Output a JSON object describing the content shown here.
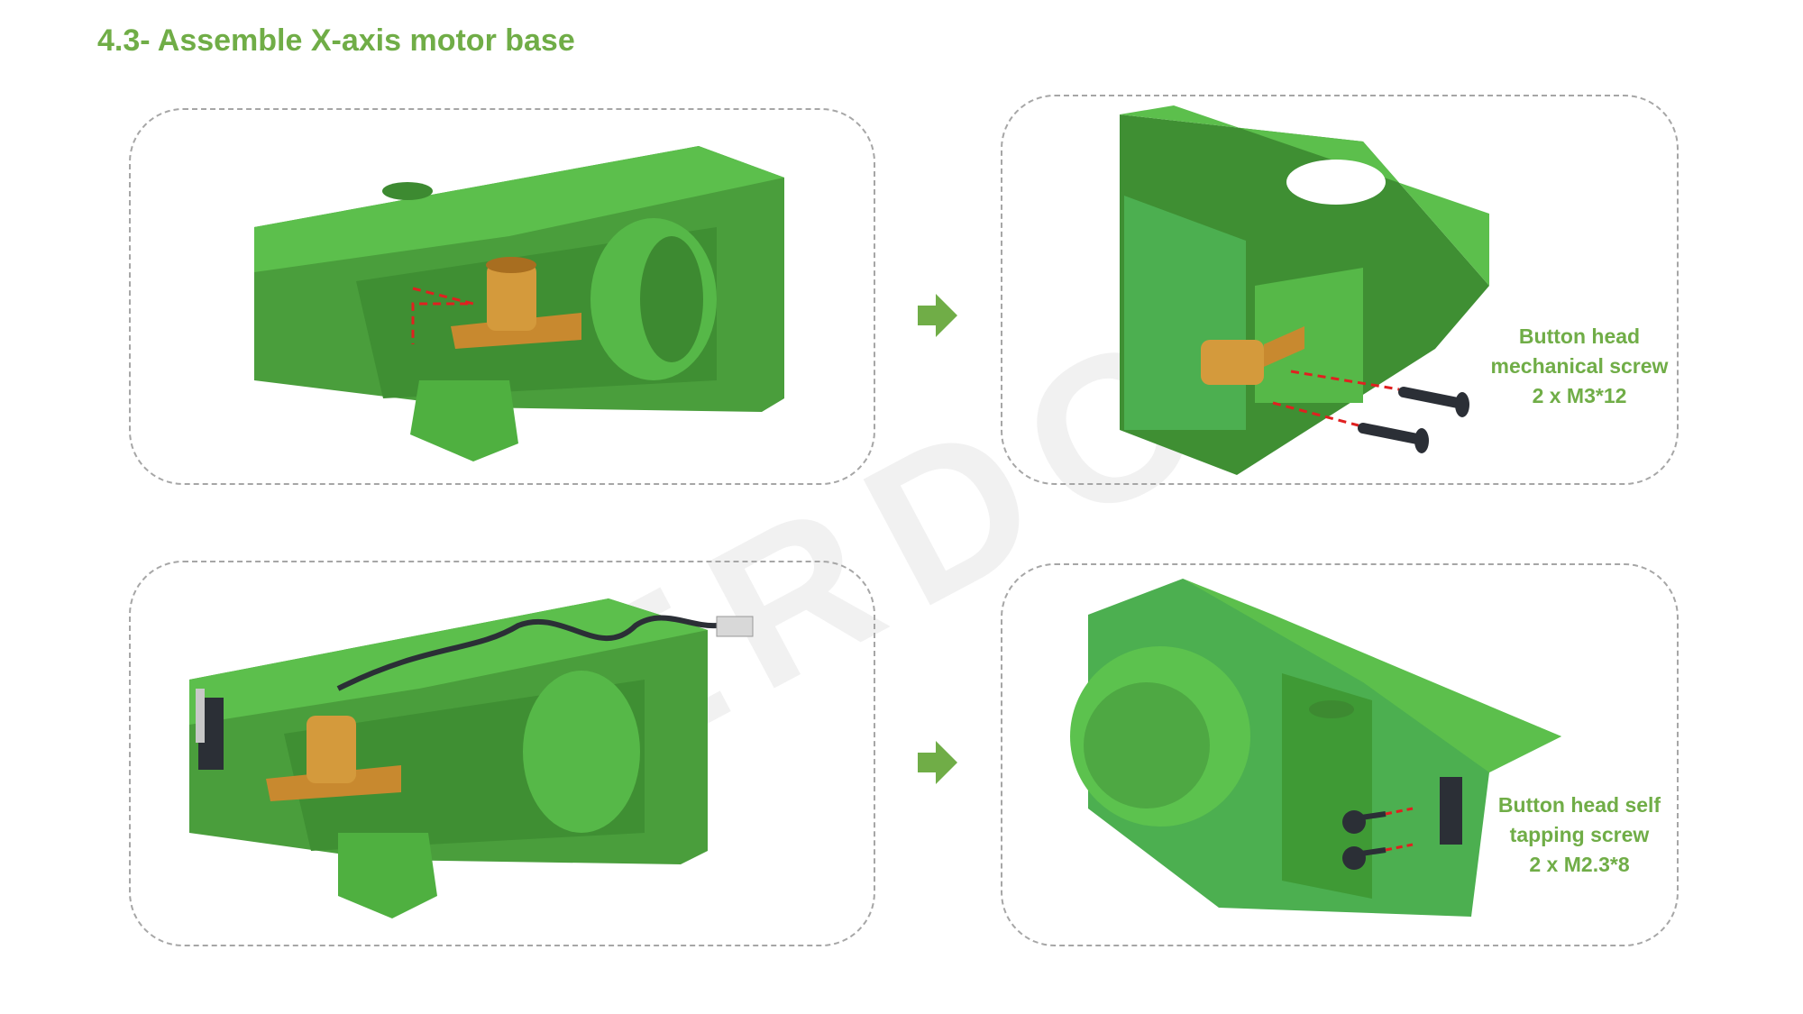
{
  "title": "4.3- Assemble X-axis motor base",
  "watermark": "ERDO",
  "steps": [
    {
      "id": 1
    },
    {
      "id": 2,
      "callout": [
        "Button head",
        "mechanical screw",
        "2 x M3*12"
      ]
    },
    {
      "id": 3
    },
    {
      "id": 4,
      "callout": [
        "Button head self",
        "tapping screw",
        "2 x M2.3*8"
      ]
    }
  ],
  "colors": {
    "accent": "#70ad47",
    "part": "#4caf50",
    "brass": "#c8892f",
    "screw": "#2b2f36",
    "guide": "#e02020"
  },
  "icons": {
    "arrow": "arrow-right-icon"
  }
}
